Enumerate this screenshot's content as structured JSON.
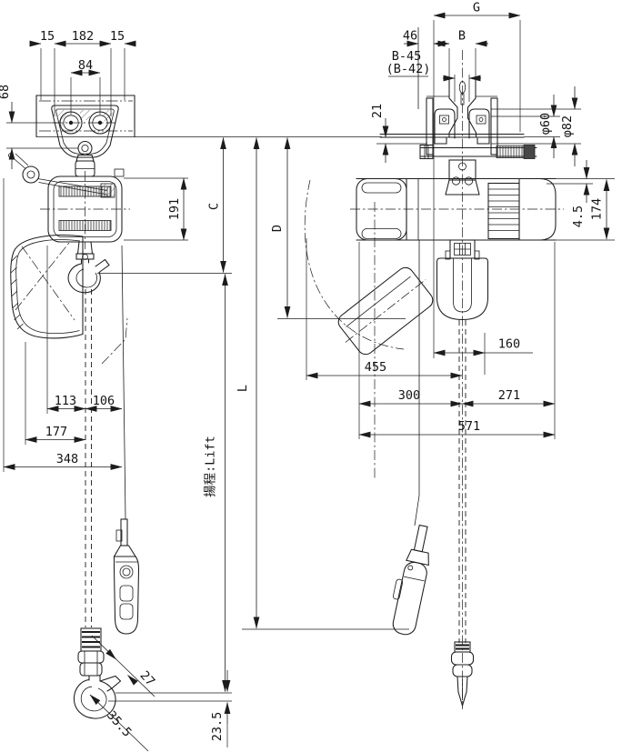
{
  "front_view": {
    "dim_15_left": "15",
    "dim_182": "182",
    "dim_15_right": "15",
    "dim_84": "84",
    "dim_68": "68",
    "body_height": "191",
    "headroom": "C",
    "bucket_depth": "D",
    "pendant_drop": "L",
    "lift_label": "揚程:Lift",
    "dim_113": "113",
    "dim_106": "106",
    "dim_177": "177",
    "dim_348": "348",
    "hook_opening": "27",
    "hook_size": "35.5",
    "saddle_height": "23.5"
  },
  "side_view": {
    "trolley_width": "G",
    "dim_46": "46",
    "beam_width": "B",
    "wheel_gap": "B-45",
    "wheel_gap_alt": "(B-42)",
    "flange_lip": "21",
    "wheel_dia": "φ60",
    "flange_dia": "φ82",
    "top_clearance": "4.5",
    "body_height_side": "174",
    "dim_160": "160",
    "dim_455": "455",
    "dim_300": "300",
    "dim_271": "271",
    "overall_width": "571"
  }
}
